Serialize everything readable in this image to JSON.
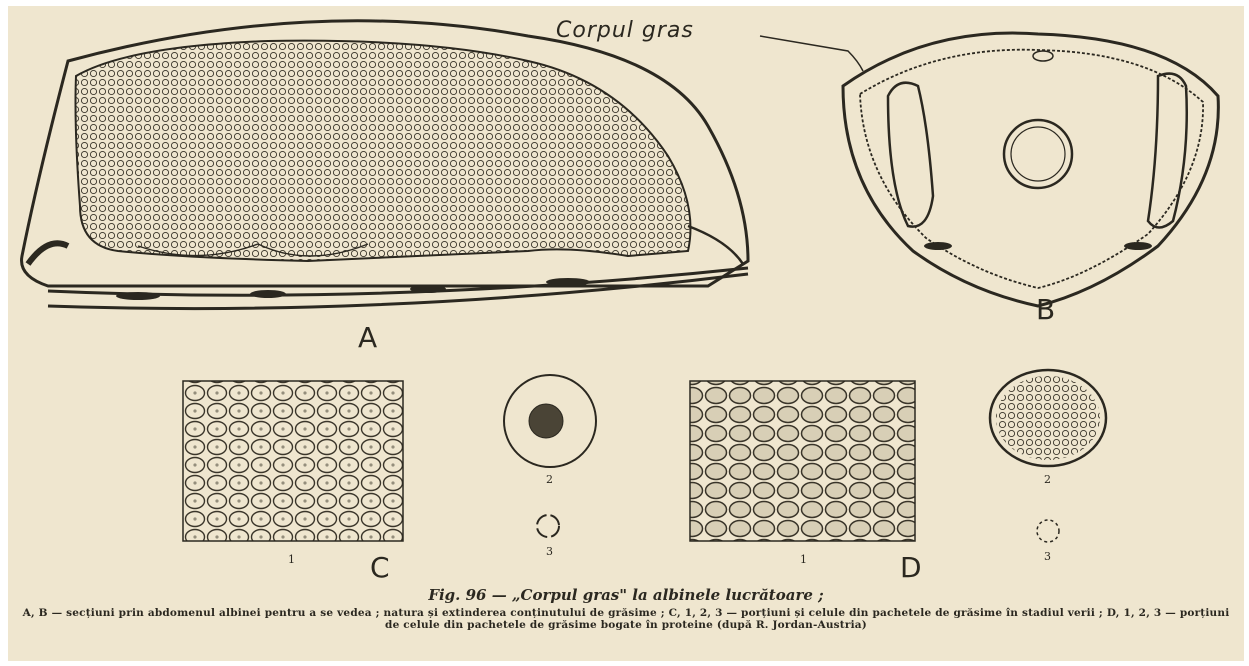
{
  "labels": {
    "A": "A",
    "B": "B",
    "C": "C",
    "D": "D",
    "c1": "1",
    "c2": "2",
    "c3": "3",
    "d1": "1",
    "d2": "2",
    "d3": "3",
    "fig_label": "Corpul gras"
  },
  "caption": {
    "title": "Fig. 96 — „Corpul gras\" la albinele lucrătoare ;",
    "body": "A, B — secțiuni prin abdomenul albinei pentru a se vedea ; natura și extinderea conținutului de grăsime ; C, 1, 2, 3 — porțiuni și celule din pachetele de grăsime în stadiul verii ; D, 1, 2, 3 — porțiuni de celule din pachetele de grăsime bogate în proteine (după R. Jordan-Austria)"
  },
  "colors": {
    "paper": "#efe6cf",
    "ink": "#2b2820"
  }
}
